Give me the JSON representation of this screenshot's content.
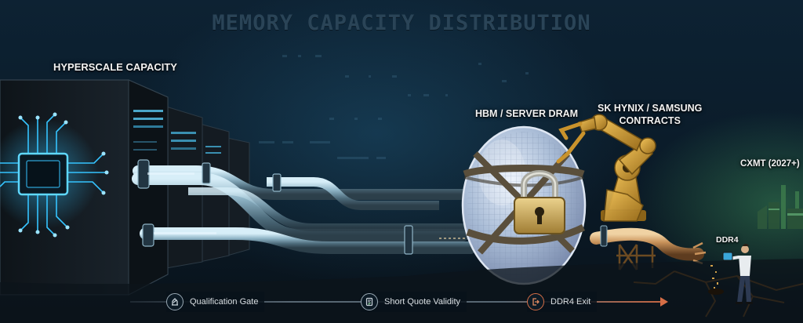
{
  "title": "MEMORY CAPACITY DISTRIBUTION",
  "labels": {
    "hyperscale": "HYPERSCALE CAPACITY",
    "hbm": "HBM / SERVER DRAM",
    "suppliers_line1": "SK HYNIX / SAMSUNG",
    "suppliers_line2": "CONTRACTS",
    "cxmt": "CXMT (2027+)",
    "ddr4": "DDR4"
  },
  "steps": [
    {
      "label": "Qualification Gate",
      "icon": "gate-icon"
    },
    {
      "label": "Short Quote Validity",
      "icon": "document-check-icon"
    },
    {
      "label": "DDR4 Exit",
      "icon": "exit-icon"
    }
  ],
  "colors": {
    "pipe_steel": "#8fb4c6",
    "pipe_copper": "#c8925a",
    "robot_arm": "#d9a43a",
    "circuit_glow": "#35c4ff",
    "factory_glow": "#5ad278",
    "exit_accent": "#d66e46"
  }
}
